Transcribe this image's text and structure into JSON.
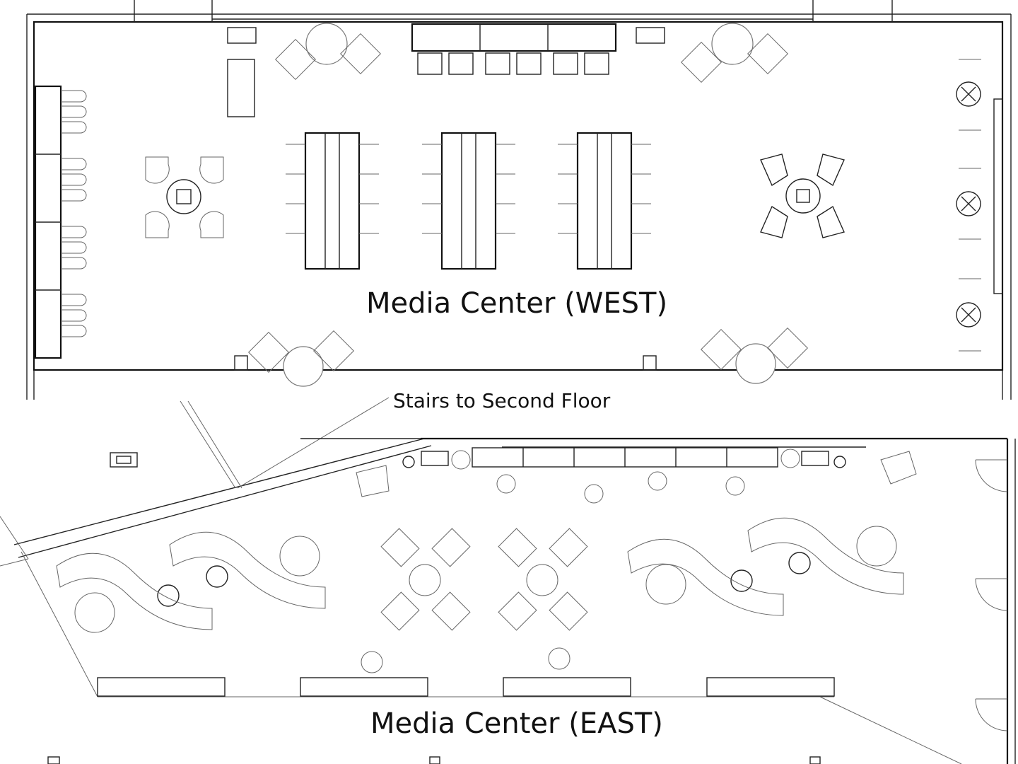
{
  "labels": {
    "west_room": "Media Center (WEST)",
    "stairs": "Stairs to Second Floor",
    "east_room": "Media Center (EAST)"
  }
}
